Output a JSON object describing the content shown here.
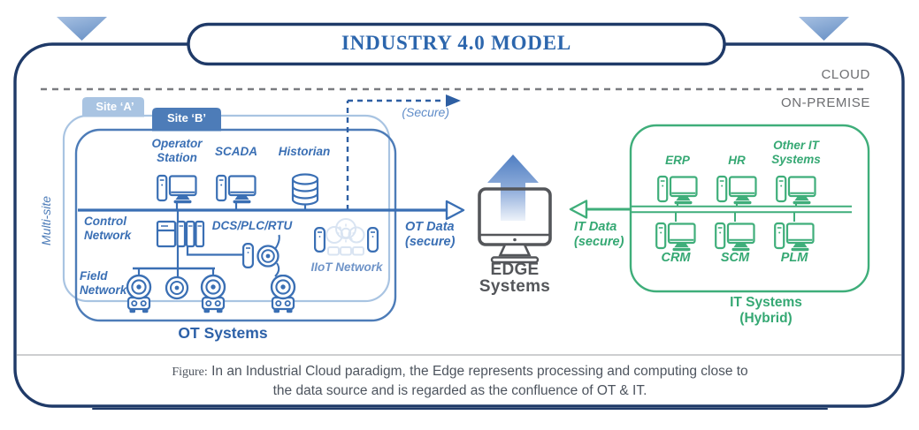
{
  "banner": {
    "title": "INDUSTRY 4.0 MODEL"
  },
  "zones": {
    "cloud": "CLOUD",
    "on_premise": "ON-PREMISE"
  },
  "secure_link": "(Secure)",
  "ot": {
    "tabs": {
      "site_a": "Site ‘A’",
      "site_b": "Site ‘B’"
    },
    "multi_site": "Multi-site",
    "operator_station": {
      "line1": "Operator",
      "line2": "Station"
    },
    "scada": "SCADA",
    "historian": "Historian",
    "control_network": {
      "line1": "Control",
      "line2": "Network"
    },
    "dcs": "DCS/PLC/RTU",
    "field_network": {
      "line1": "Field",
      "line2": "Network"
    },
    "iiot_network": "IIoT Network",
    "title": "OT Systems",
    "flow": {
      "line1": "OT Data",
      "line2": "(secure)"
    }
  },
  "edge": {
    "line1": "EDGE",
    "line2": "Systems"
  },
  "it": {
    "erp": "ERP",
    "hr": "HR",
    "other": {
      "line1": "Other IT",
      "line2": "Systems"
    },
    "crm": "CRM",
    "scm": "SCM",
    "plm": "PLM",
    "title": {
      "line1": "IT Systems",
      "line2": "(Hybrid)"
    },
    "flow": {
      "line1": "IT Data",
      "line2": "(secure)"
    }
  },
  "caption": {
    "prefix": "Figure:",
    "line1": "In an Industrial Cloud paradigm, the Edge represents processing and computing close to",
    "line2": "the data source and is regarded as the confluence of OT & IT."
  },
  "colors": {
    "navy": "#1f3a68",
    "ot_blue": "#3a6fb4",
    "site_a_blue": "#a9c4e2",
    "site_b_blue": "#4d7cb8",
    "it_green": "#3fae7a",
    "zone_gray": "#6d6e71",
    "edge_gray": "#54565a"
  }
}
